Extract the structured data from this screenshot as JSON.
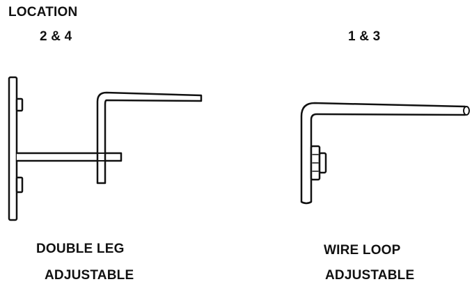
{
  "header": {
    "location_label": "LOCATION"
  },
  "brackets": [
    {
      "location": "2 & 4",
      "caption_line1": "DOUBLE LEG",
      "caption_line2": "ADJUSTABLE"
    },
    {
      "location": "1 & 3",
      "caption_line1": "WIRE LOOP",
      "caption_line2": "ADJUSTABLE"
    }
  ],
  "colors": {
    "ink": "#111111",
    "paper": "#ffffff"
  }
}
